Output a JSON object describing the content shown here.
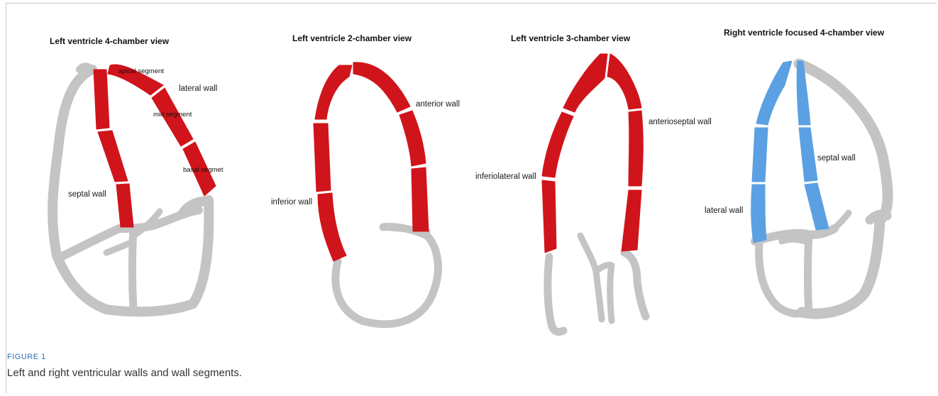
{
  "panels": [
    {
      "title": "Left ventricle 4-chamber view",
      "labels": {
        "apical": "apical segment",
        "lateral": "lateral wall",
        "mid": "mid segment",
        "basal": "basal segmet",
        "septal": "septal wall"
      }
    },
    {
      "title": "Left ventricle 2-chamber view",
      "labels": {
        "anterior": "anterior wall",
        "inferior": "inferior wall"
      }
    },
    {
      "title": "Left ventricle 3-chamber view",
      "labels": {
        "anterioseptal": "anterioseptal wall",
        "inferiolateral": "inferiolateral wall"
      }
    },
    {
      "title": "Right ventricle focused 4-chamber view",
      "labels": {
        "septal": "septal wall",
        "lateral": "lateral wall"
      }
    }
  ],
  "caption": {
    "label": "FIGURE 1",
    "text": "Left and right ventricular walls and wall segments."
  },
  "colors": {
    "lv_wall": "#d0141b",
    "rv_wall": "#5aa0e2",
    "heart_outline": "#c4c4c4"
  }
}
